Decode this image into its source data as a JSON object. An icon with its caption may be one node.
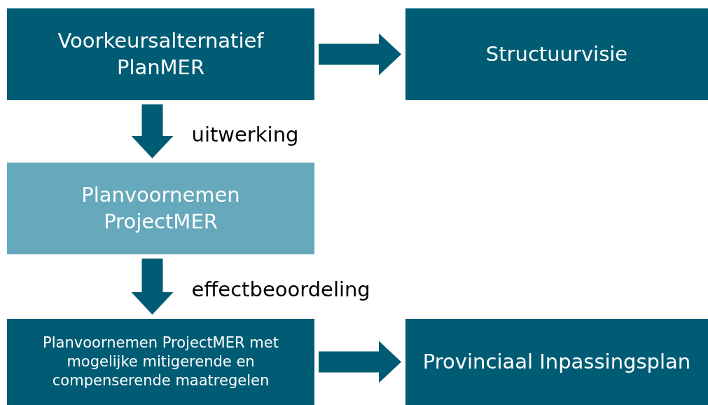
{
  "diagram": {
    "nodes": [
      {
        "text": [
          "Voorkeursalternatief PlanMER"
        ]
      },
      {
        "text": [
          "Structuurvisie"
        ]
      },
      {
        "text": [
          "Planvoornemen ProjectMER"
        ]
      },
      {
        "text": [
          "Planvoornemen ProjectMER met mogelijke mitigerende en compenserende maatregelen"
        ]
      },
      {
        "text": [
          "Provinciaal Inpassingsplan"
        ]
      }
    ],
    "edges": [
      {
        "from": 0,
        "to": 1,
        "arrow": "to"
      },
      {
        "from": 0,
        "to": 2,
        "arrow": "to",
        "label": "uitwerking"
      },
      {
        "from": 2,
        "to": 3,
        "arrow": "to",
        "label": "effectbeoordeling"
      },
      {
        "from": 3,
        "to": 4,
        "arrow": "to"
      }
    ]
  }
}
